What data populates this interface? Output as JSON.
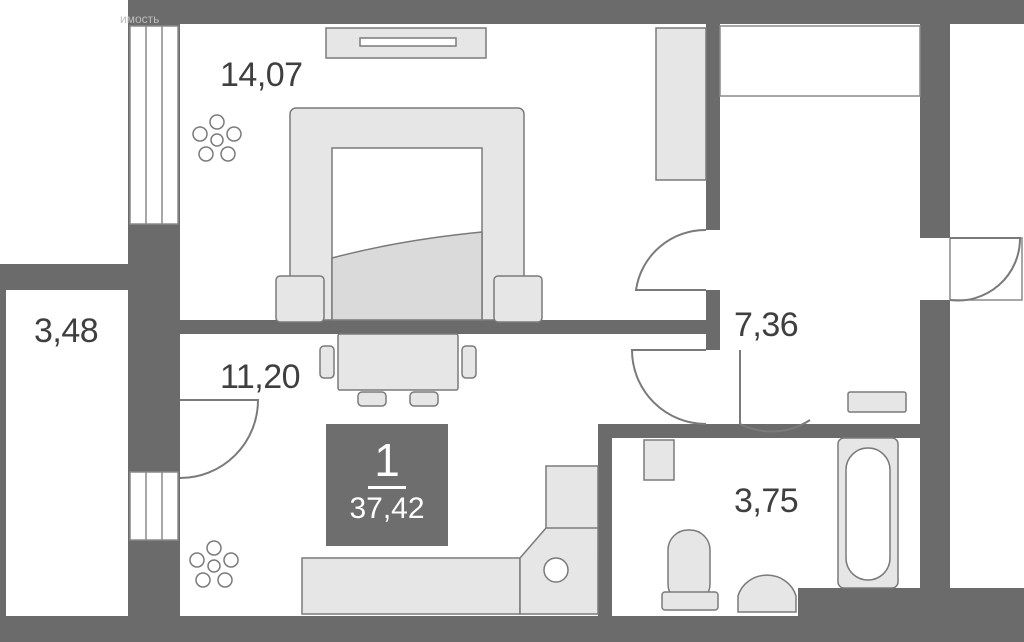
{
  "watermark": "имость",
  "plan": {
    "rooms_count": "1",
    "total_area": "37,42",
    "rooms": {
      "bedroom": "14,07",
      "kitchen_living": "11,20",
      "hall": "7,36",
      "bathroom": "3,75",
      "balcony": "3,48"
    }
  },
  "colors": {
    "wall": "#6b6b6b",
    "furniture_fill": "#e6e6e6",
    "furniture_stroke": "#7a7a7a",
    "badge": "#6e6e6e"
  }
}
